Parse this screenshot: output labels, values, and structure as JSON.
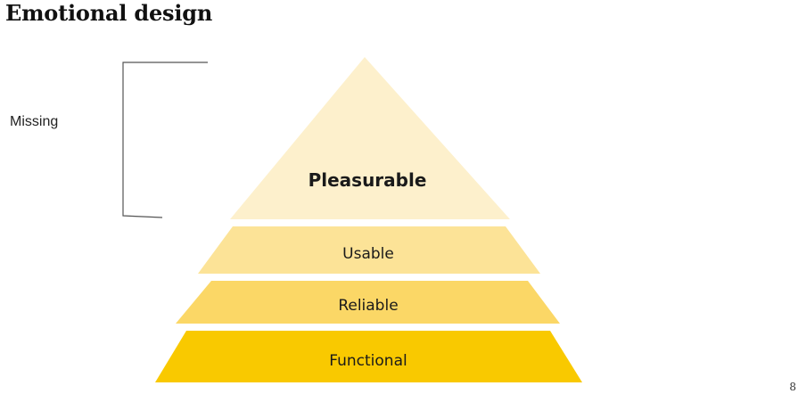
{
  "slide": {
    "title": "Emotional design",
    "page_number": "8"
  },
  "bracket": {
    "label": "Missing",
    "color": "#555555"
  },
  "pyramid": {
    "levels": [
      {
        "label": "Pleasurable",
        "color": "#FDF0CC"
      },
      {
        "label": "Usable",
        "color": "#FCE397"
      },
      {
        "label": "Reliable",
        "color": "#FBD766"
      },
      {
        "label": "Functional",
        "color": "#F9C900"
      }
    ]
  }
}
